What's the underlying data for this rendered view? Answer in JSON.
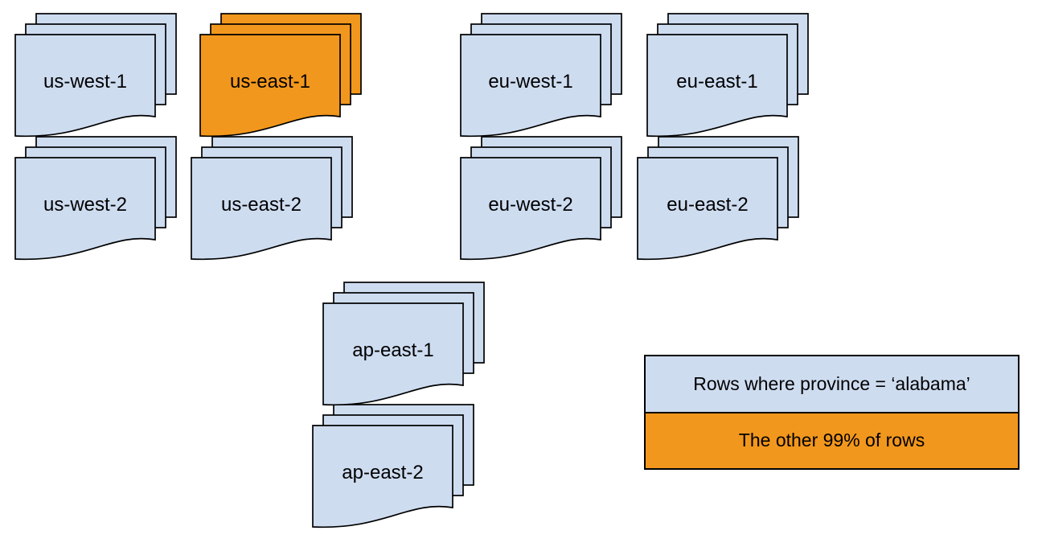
{
  "diagram": {
    "colors": {
      "default_fill": "#CEDCF0",
      "highlight_fill": "#F2971D",
      "stroke": "#000000",
      "background": "#FFFFFF",
      "text": "#000000"
    },
    "stacks": [
      {
        "id": "us-west-1",
        "label": "us-west-1",
        "variant": "default"
      },
      {
        "id": "us-east-1",
        "label": "us-east-1",
        "variant": "highlight"
      },
      {
        "id": "eu-west-1",
        "label": "eu-west-1",
        "variant": "default"
      },
      {
        "id": "eu-east-1",
        "label": "eu-east-1",
        "variant": "default"
      },
      {
        "id": "us-west-2",
        "label": "us-west-2",
        "variant": "default"
      },
      {
        "id": "us-east-2",
        "label": "us-east-2",
        "variant": "default"
      },
      {
        "id": "eu-west-2",
        "label": "eu-west-2",
        "variant": "default"
      },
      {
        "id": "eu-east-2",
        "label": "eu-east-2",
        "variant": "default"
      },
      {
        "id": "ap-east-1",
        "label": "ap-east-1",
        "variant": "default"
      },
      {
        "id": "ap-east-2",
        "label": "ap-east-2",
        "variant": "default"
      }
    ],
    "legend": {
      "items": [
        {
          "label": "Rows where province = ‘alabama’",
          "variant": "default"
        },
        {
          "label": "The other 99% of rows",
          "variant": "highlight"
        }
      ]
    }
  }
}
